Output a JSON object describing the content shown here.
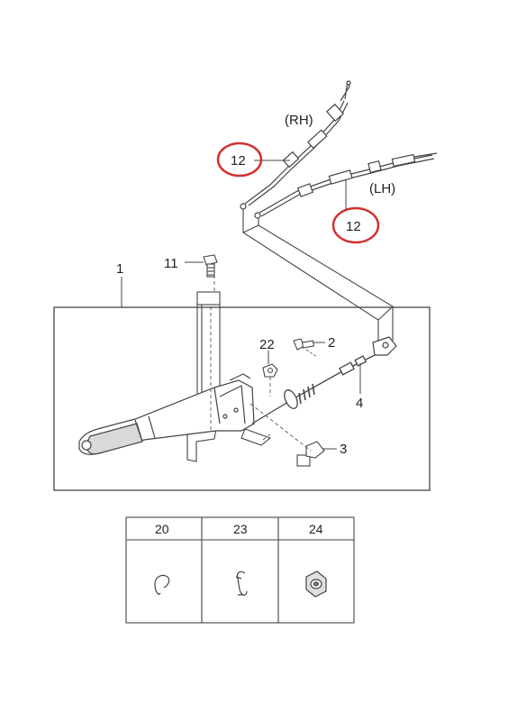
{
  "callouts": {
    "rh_label": "(RH)",
    "lh_label": "(LH)",
    "rh_part": "12",
    "lh_part": "12",
    "part_1": "1",
    "part_11": "11",
    "part_22": "22",
    "part_2": "2",
    "part_4": "4",
    "part_3": "3"
  },
  "legend_table": {
    "headers": [
      "20",
      "23",
      "24"
    ]
  },
  "colors": {
    "line": "#444444",
    "highlight": "#d32f2f"
  }
}
